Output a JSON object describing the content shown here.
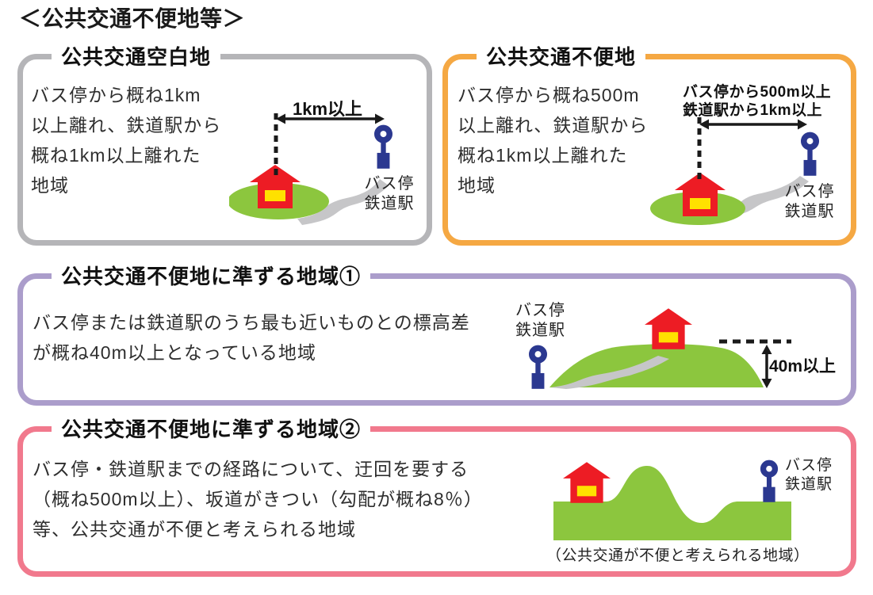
{
  "title": "＜公共交通不便地等＞",
  "colors": {
    "blank_border": "#b5b5b8",
    "inconvenient_border": "#f5a843",
    "quasi1_border": "#ab9dcb",
    "quasi2_border": "#f1798d",
    "house_red": "#ed1c24",
    "window_yellow": "#ffe100",
    "ground_green": "#8cc63e",
    "road_gray": "#c6c6c8",
    "sign_blue": "#2b3890",
    "ink_black": "#1a1a1a"
  },
  "panels": {
    "blank": {
      "title": "公共交通空白地",
      "body": "バス停から概ね1km\n以上離れ、鉄道駅から\n概ね1km以上離れた\n地域",
      "distance_label": "1km以上",
      "sign_label": "バス停\n鉄道駅"
    },
    "inconvenient": {
      "title": "公共交通不便地",
      "body": "バス停から概ね500m\n以上離れ、鉄道駅から\n概ね1km以上離れた\n地域",
      "distance_label": "バス停から500m以上\n鉄道駅から1km以上",
      "sign_label": "バス停\n鉄道駅"
    },
    "quasi1": {
      "title": "公共交通不便地に準ずる地域①",
      "body": "バス停または鉄道駅のうち最も近いものとの標高差\nが概ね40m以上となっている地域",
      "height_label": "40m以上",
      "sign_label": "バス停\n鉄道駅"
    },
    "quasi2": {
      "title": "公共交通不便地に準ずる地域②",
      "body": "バス停・鉄道駅までの経路について、迂回を要する\n（概ね500m以上）、坂道がきつい（勾配が概ね8％）\n等、公共交通が不便と考えられる地域",
      "caption": "（公共交通が不便と考えられる地域）",
      "sign_label": "バス停\n鉄道駅"
    }
  }
}
